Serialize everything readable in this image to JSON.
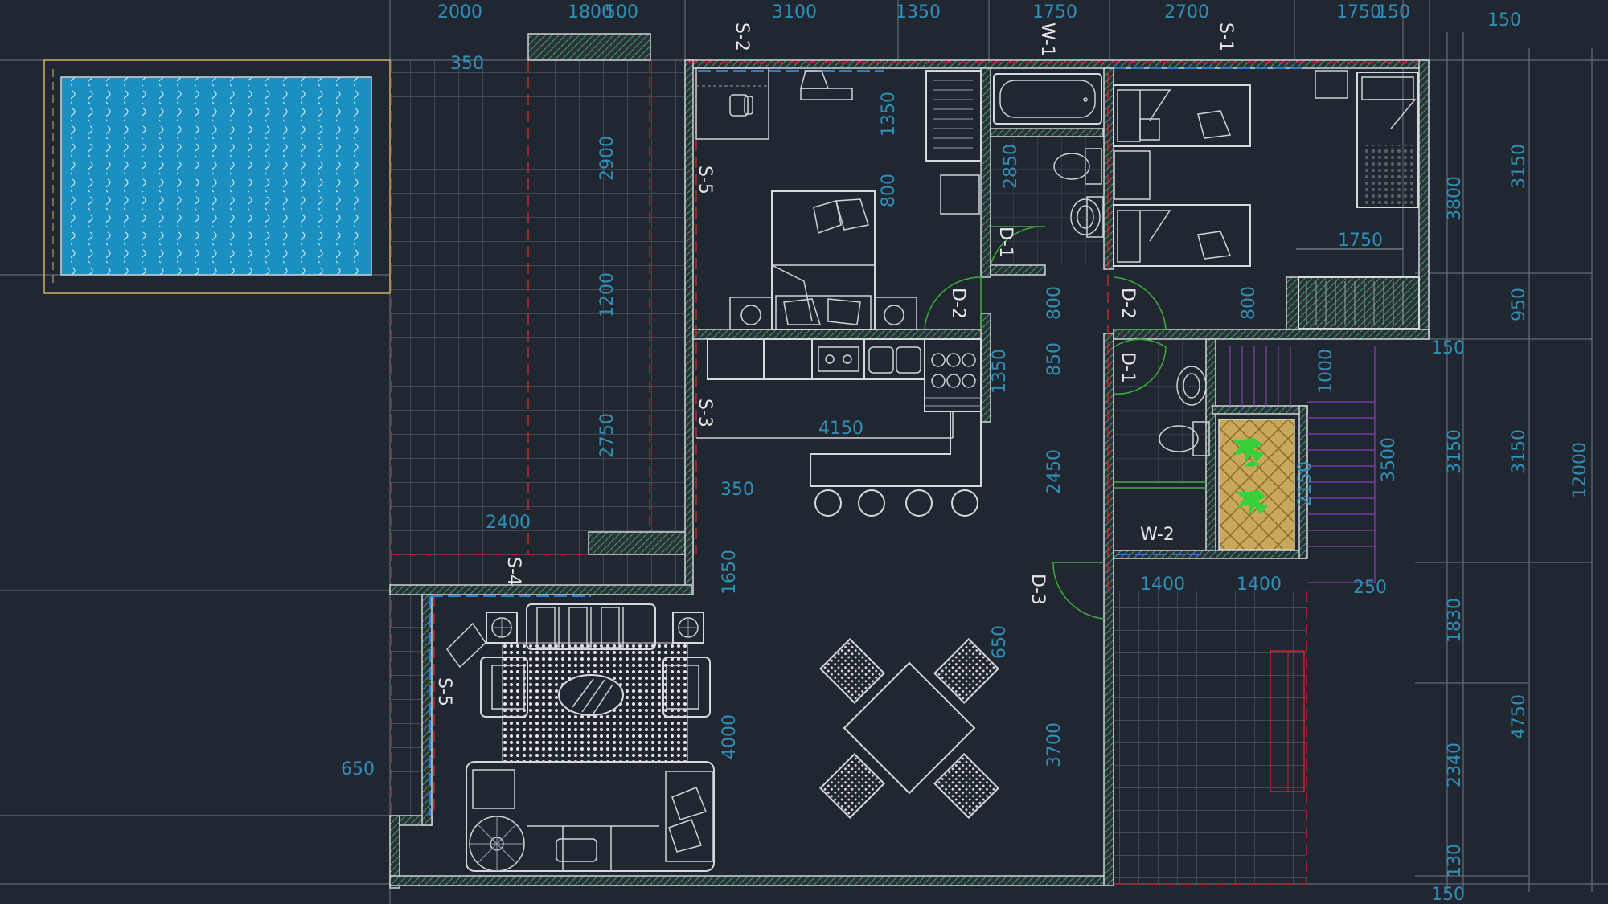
{
  "top_dims": [
    "2000",
    "1800",
    "500",
    "3100",
    "1350",
    "1750",
    "2700",
    "1750",
    "150"
  ],
  "right_dims_outer": [
    "150",
    "3150",
    "950",
    "150",
    "3150",
    "4750",
    "12000"
  ],
  "right_dims_inner": [
    "3800",
    "3150",
    "1830",
    "2340",
    "130",
    "150",
    "250"
  ],
  "inner_dims": {
    "d350_top": "350",
    "d2900": "2900",
    "d1200": "1200",
    "d2750": "2750",
    "d2400": "2400",
    "d350_mid": "350",
    "d650_left": "650",
    "d1650": "1650",
    "d4000": "4000",
    "d1350_a": "1350",
    "d800_a": "800",
    "d4150": "4150",
    "d1350_b": "1350",
    "d2850": "2850",
    "d800_b": "800",
    "d850": "850",
    "d2450": "2450",
    "d3700": "3700",
    "d650_mid": "650",
    "d800_c": "800",
    "d1750": "1750",
    "d1000": "1000",
    "d3500": "3500",
    "d2150": "2150",
    "d1400_a": "1400",
    "d1400_b": "1400",
    "d250": "250"
  },
  "tags": {
    "s2": "S-2",
    "w1": "W-1",
    "s1": "S-1",
    "s5_a": "S-5",
    "s3": "S-3",
    "s4": "S-4",
    "s5_b": "S-5",
    "d1_a": "D-1",
    "d2_a": "D-2",
    "d2_b": "D-2",
    "d1_b": "D-1",
    "d3": "D-3",
    "w2": "W-2"
  },
  "colors": {
    "background": "#212730",
    "walls": "#cfd4d9",
    "dimensions": "#2f8fb7",
    "pool_water": "#1a8fc0",
    "rug": "#c8a85a",
    "plants": "#35d13b",
    "doors": "#3cae3c",
    "red_dash": "#c0282e",
    "blue_dash": "#2b7fc8",
    "purple": "#8a3fb6"
  },
  "icons": [
    "swimming-pool",
    "desk",
    "chair",
    "bed",
    "nightstand",
    "wardrobe",
    "bathtub",
    "toilet",
    "sink",
    "kitchen-counter",
    "stove",
    "bar-counter",
    "stool",
    "dining-table",
    "dining-chair",
    "sofa",
    "armchair",
    "coffee-table",
    "rug",
    "stair",
    "planter"
  ]
}
